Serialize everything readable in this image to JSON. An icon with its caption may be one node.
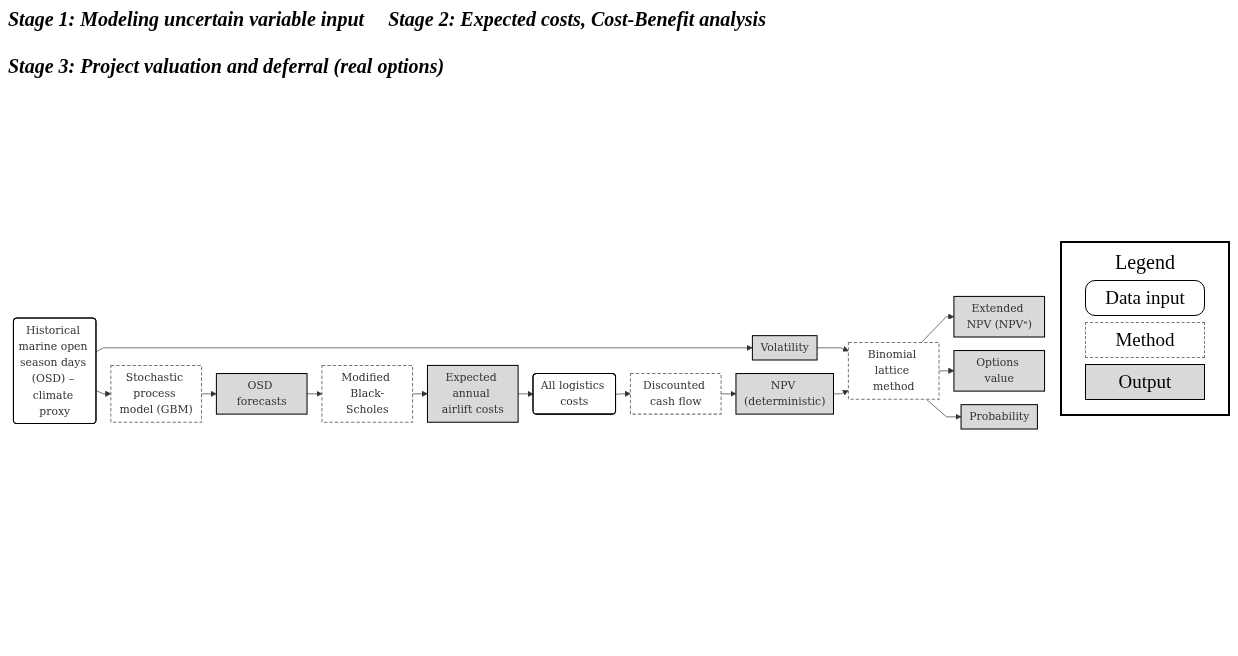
{
  "diagram": {
    "nodes": [
      {
        "text": [
          "Historical marine open season days (OSD) – climate proxy"
        ]
      },
      {
        "text": [
          "Stochastic process model (GBM)"
        ]
      },
      {
        "text": [
          "Volatility"
        ]
      },
      {
        "text": [
          "OSD forecasts"
        ]
      },
      {
        "text": [
          "Modified Black-Scholes"
        ]
      },
      {
        "text": [
          "Expected annual airlift costs"
        ]
      },
      {
        "text": [
          "All logistics costs"
        ]
      },
      {
        "text": [
          "Discounted cash flow"
        ]
      },
      {
        "text": [
          "NPV (deterministic)"
        ]
      },
      {
        "text": [
          "Binomial lattice method"
        ]
      },
      {
        "text": [
          "Extended NPV (NPVᵉ)"
        ]
      },
      {
        "text": [
          "Options value"
        ]
      },
      {
        "text": [
          "Probability"
        ]
      }
    ],
    "edges": [
      {
        "from": 0,
        "to": 1,
        "arrow": "to"
      },
      {
        "from": 0,
        "to": 2,
        "arrow": "to"
      },
      {
        "from": 1,
        "to": 3,
        "arrow": "to"
      },
      {
        "from": 3,
        "to": 4,
        "arrow": "to"
      },
      {
        "from": 4,
        "to": 5,
        "arrow": "to"
      },
      {
        "from": 5,
        "to": 6,
        "arrow": "to"
      },
      {
        "from": 6,
        "to": 7,
        "arrow": "to"
      },
      {
        "from": 7,
        "to": 8,
        "arrow": "to"
      },
      {
        "from": 2,
        "to": 9,
        "arrow": "to"
      },
      {
        "from": 8,
        "to": 9,
        "arrow": "to"
      },
      {
        "from": 9,
        "to": 10,
        "arrow": "to"
      },
      {
        "from": 9,
        "to": 11,
        "arrow": "to"
      },
      {
        "from": 9,
        "to": 12,
        "arrow": "to"
      }
    ],
    "labels": [
      "Stage 1: Modeling uncertain variable input",
      "Stage 2: Expected costs, Cost-Benefit analysis",
      "Stage 3: Project valuation and deferral (real options)",
      "Legend"
    ],
    "legend": [
      {
        "text": "Data input"
      },
      {
        "text": "Method"
      },
      {
        "text": "Output"
      }
    ]
  }
}
